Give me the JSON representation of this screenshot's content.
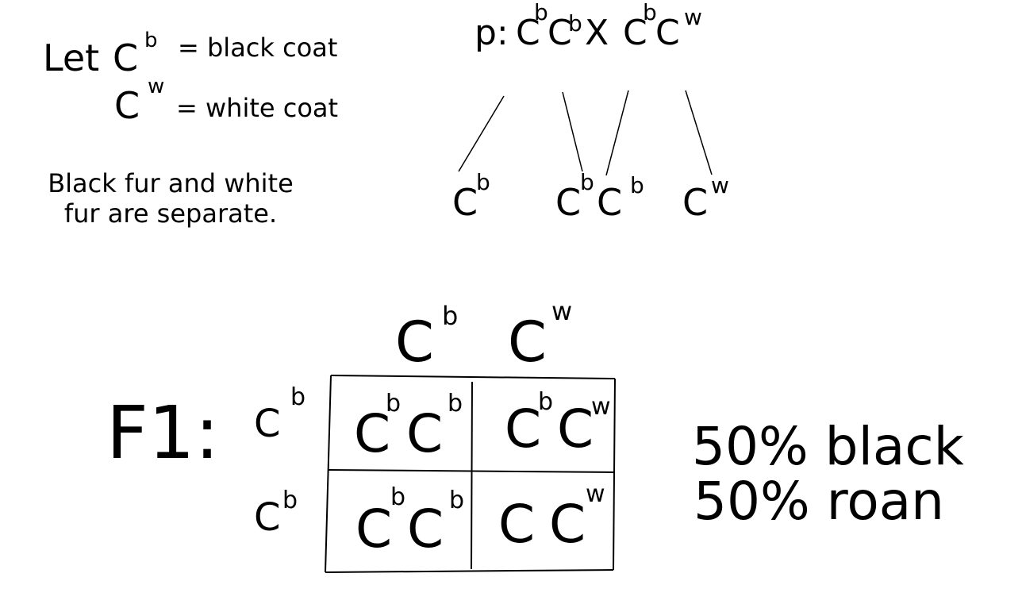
{
  "legend": {
    "let": "Let",
    "allele_letter": "C",
    "black_sup": "b",
    "black_desc": "= black coat",
    "white_sup": "w",
    "white_desc": "= white coat"
  },
  "note": {
    "line1": "Black fur and white",
    "line2": "fur are separate."
  },
  "cross": {
    "prefix": "p:",
    "letter": "C",
    "sup_b": "b",
    "sup_w": "w",
    "times": "X"
  },
  "gametes": {
    "letter": "C",
    "items": [
      "b",
      "b",
      "b",
      "w"
    ]
  },
  "punnett": {
    "label": "F1:",
    "letter": "C",
    "col_headers": [
      "b",
      "w"
    ],
    "row_headers": [
      "b",
      "b"
    ],
    "cells": [
      [
        "b",
        "b",
        "b",
        "w"
      ],
      [
        "b",
        "b",
        "",
        "w"
      ]
    ]
  },
  "result": {
    "line1": "50% black",
    "line2": "50% roan"
  }
}
